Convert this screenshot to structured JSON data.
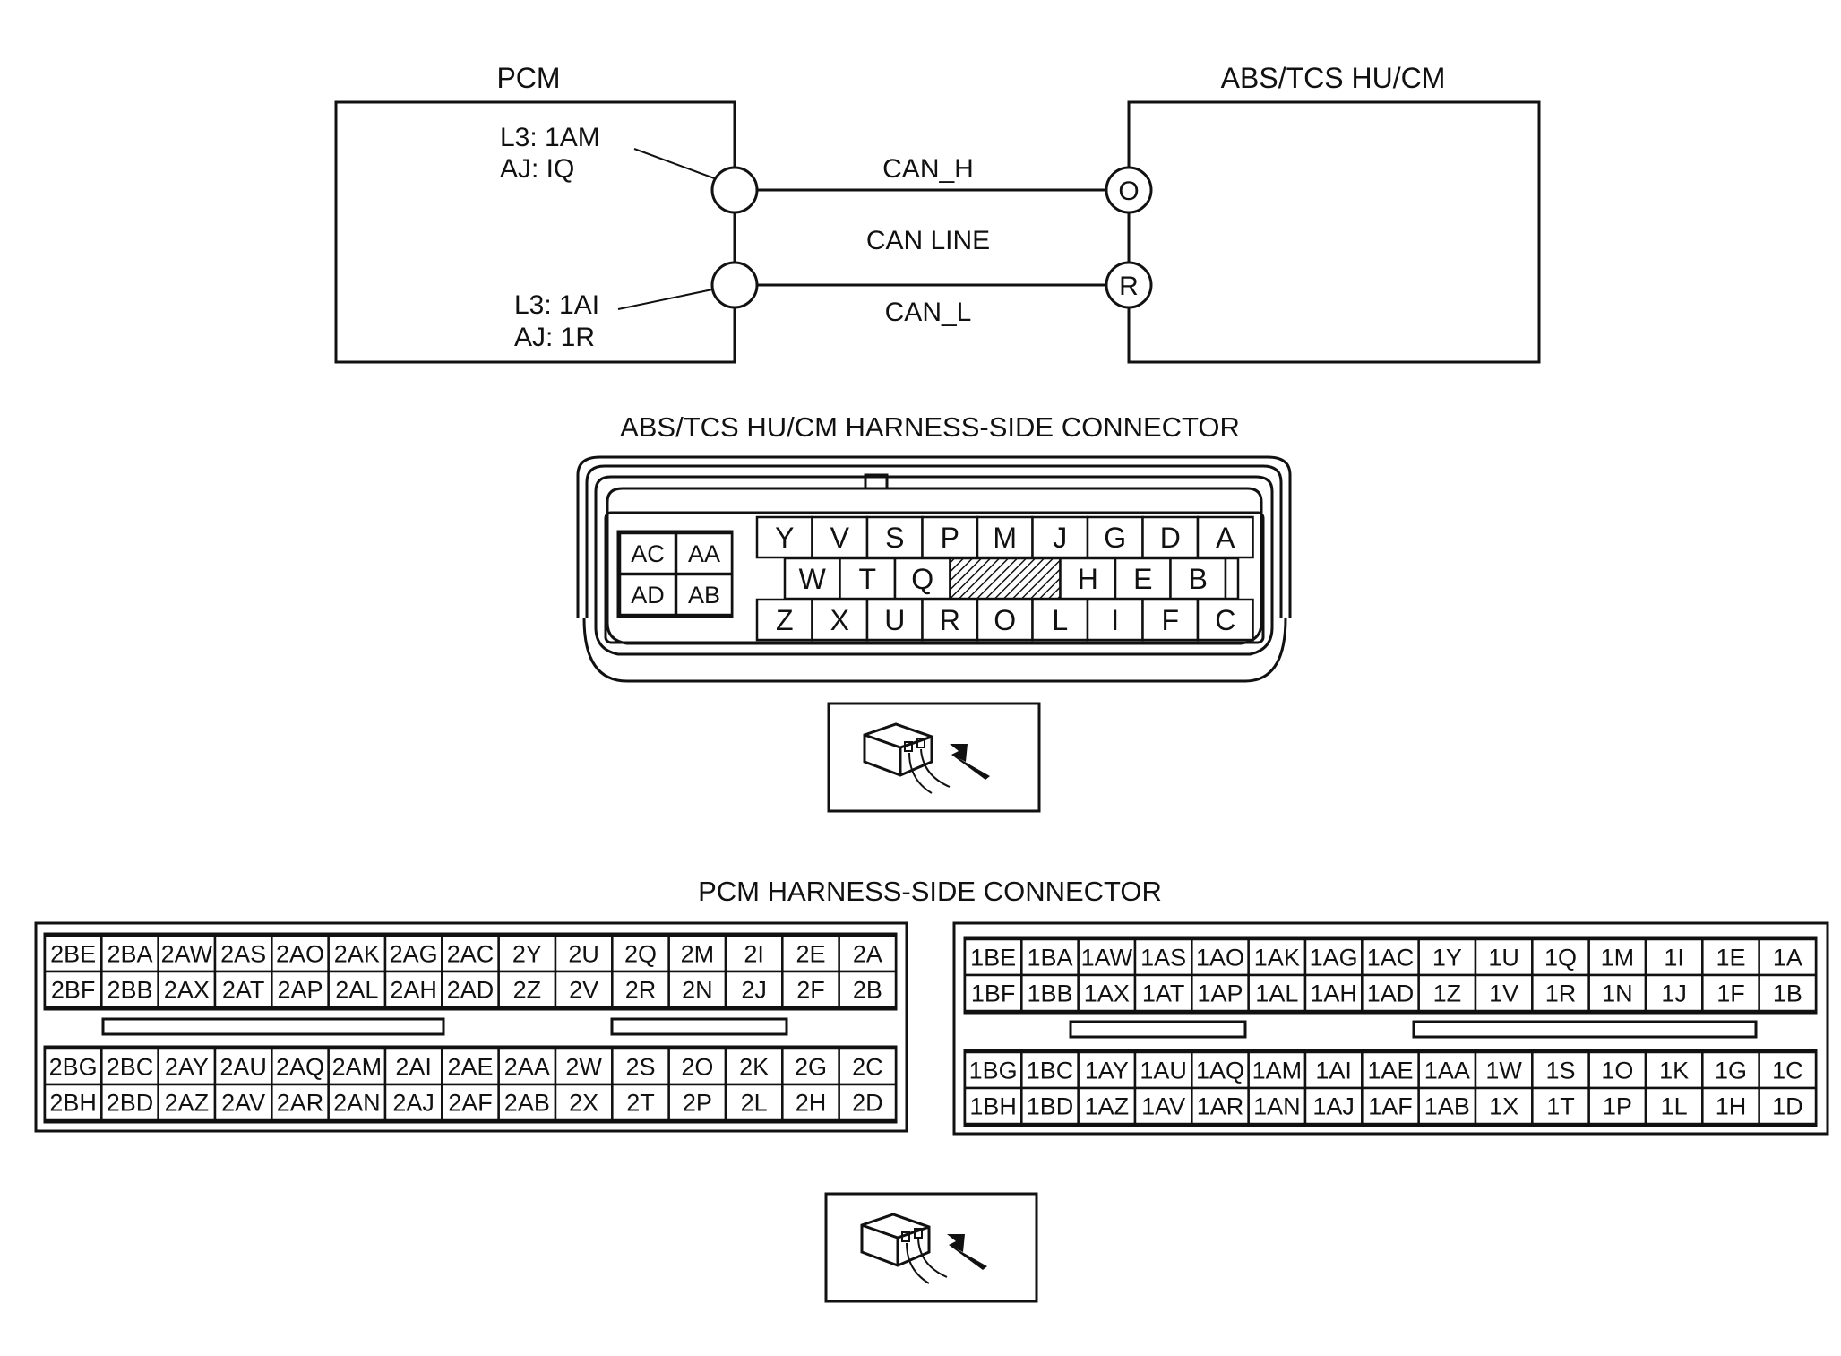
{
  "wiring": {
    "pcm_title": "PCM",
    "abs_title": "ABS/TCS HU/CM",
    "pcm_pin1_line1": "L3: 1AM",
    "pcm_pin1_line2": "AJ: IQ",
    "pcm_pin2_line1": "L3: 1AI",
    "pcm_pin2_line2": "AJ: 1R",
    "can_h": "CAN_H",
    "can_line": "CAN LINE",
    "can_l": "CAN_L",
    "abs_pin_o": "O",
    "abs_pin_r": "R"
  },
  "abs_connector": {
    "title": "ABS/TCS HU/CM HARNESS-SIDE CONNECTOR",
    "left_block": [
      [
        "AC",
        "AA"
      ],
      [
        "AD",
        "AB"
      ]
    ],
    "row1": [
      "Y",
      "V",
      "S",
      "P",
      "M",
      "J",
      "G",
      "D",
      "A"
    ],
    "row2_left": [
      "W",
      "T",
      "Q"
    ],
    "row2_right": [
      "H",
      "E",
      "B"
    ],
    "row3": [
      "Z",
      "X",
      "U",
      "R",
      "O",
      "L",
      "I",
      "F",
      "C"
    ]
  },
  "pcm_connector": {
    "title": "PCM HARNESS-SIDE CONNECTOR",
    "connector2": {
      "row1": [
        "2BE",
        "2BA",
        "2AW",
        "2AS",
        "2AO",
        "2AK",
        "2AG",
        "2AC",
        "2Y",
        "2U",
        "2Q",
        "2M",
        "2I",
        "2E",
        "2A"
      ],
      "row2": [
        "2BF",
        "2BB",
        "2AX",
        "2AT",
        "2AP",
        "2AL",
        "2AH",
        "2AD",
        "2Z",
        "2V",
        "2R",
        "2N",
        "2J",
        "2F",
        "2B"
      ],
      "row3": [
        "2BG",
        "2BC",
        "2AY",
        "2AU",
        "2AQ",
        "2AM",
        "2AI",
        "2AE",
        "2AA",
        "2W",
        "2S",
        "2O",
        "2K",
        "2G",
        "2C"
      ],
      "row4": [
        "2BH",
        "2BD",
        "2AZ",
        "2AV",
        "2AR",
        "2AN",
        "2AJ",
        "2AF",
        "2AB",
        "2X",
        "2T",
        "2P",
        "2L",
        "2H",
        "2D"
      ]
    },
    "connector1": {
      "row1": [
        "1BE",
        "1BA",
        "1AW",
        "1AS",
        "1AO",
        "1AK",
        "1AG",
        "1AC",
        "1Y",
        "1U",
        "1Q",
        "1M",
        "1I",
        "1E",
        "1A"
      ],
      "row2": [
        "1BF",
        "1BB",
        "1AX",
        "1AT",
        "1AP",
        "1AL",
        "1AH",
        "1AD",
        "1Z",
        "1V",
        "1R",
        "1N",
        "1J",
        "1F",
        "1B"
      ],
      "row3": [
        "1BG",
        "1BC",
        "1AY",
        "1AU",
        "1AQ",
        "1AM",
        "1AI",
        "1AE",
        "1AA",
        "1W",
        "1S",
        "1O",
        "1K",
        "1G",
        "1C"
      ],
      "row4": [
        "1BH",
        "1BD",
        "1AZ",
        "1AV",
        "1AR",
        "1AN",
        "1AJ",
        "1AF",
        "1AB",
        "1X",
        "1T",
        "1P",
        "1L",
        "1H",
        "1D"
      ]
    }
  }
}
